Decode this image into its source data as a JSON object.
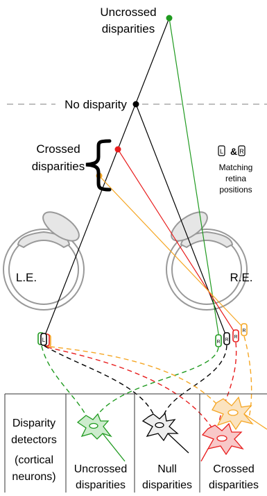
{
  "labels": {
    "uncrossed_line1": "Uncrossed",
    "uncrossed_line2": "disparities",
    "no_disparity": "No disparity",
    "crossed_line1": "Crossed",
    "crossed_line2": "disparities",
    "match_L": "L",
    "match_amp": "&",
    "match_R": "R",
    "matching_line1": "Matching",
    "matching_line2": "retina",
    "matching_line3": "positions",
    "left_eye": "L.E.",
    "right_eye": "R.E.",
    "cell_L": "L",
    "cell_R": "R",
    "det_line1": "Disparity",
    "det_line2": "detectors",
    "det_line3": "(cortical",
    "det_line4": "neurons)",
    "col1_line1": "Uncrossed",
    "col1_line2": "disparities",
    "col2_line1": "Null",
    "col2_line2": "disparities",
    "col3_line1": "Crossed",
    "col3_line2": "disparities"
  },
  "colors": {
    "uncrossed": "#1f9a1f",
    "null": "#000000",
    "crossed_near": "#e81c1c",
    "crossed_far": "#f5a623",
    "eye_outline": "#999999",
    "eye_fill": "#e6e6e6",
    "dash_line": "#aaaaaa",
    "neuron_green_fill": "#cdeccd",
    "neuron_gray_fill": "#eeeeee",
    "neuron_red_fill": "#f8c8c8",
    "neuron_orange_fill": "#fbe3bf"
  }
}
